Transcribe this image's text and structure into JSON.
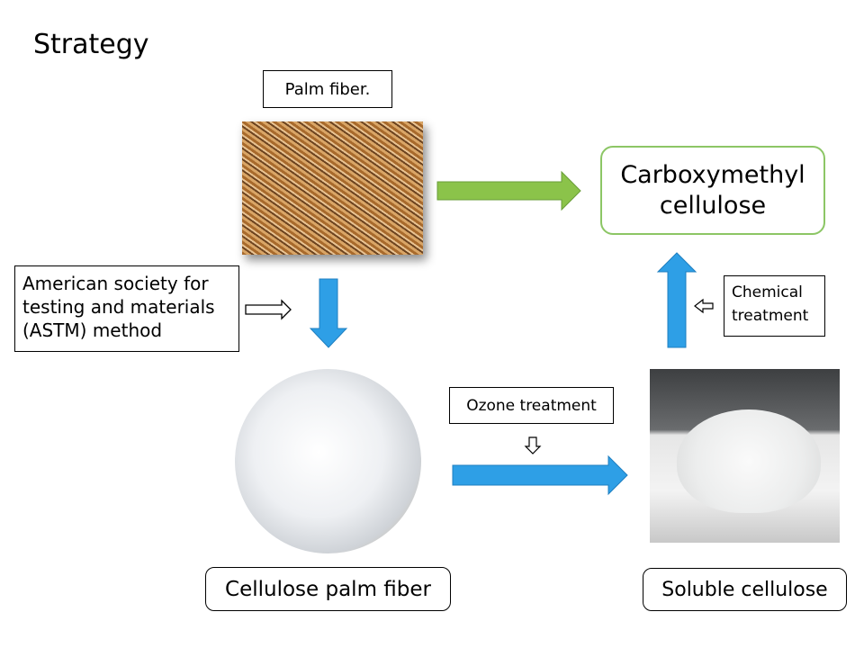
{
  "title": "Strategy",
  "nodes": {
    "palm_fiber": "Palm fiber.",
    "cmc_line1": "Carboxymethyl",
    "cmc_line2": "cellulose",
    "astm_line1": "American society for",
    "astm_line2": "testing and materials",
    "astm_line3": "(ASTM) method",
    "chemical_line1": "Chemical",
    "chemical_line2": "treatment",
    "ozone": "Ozone treatment",
    "cellulose_palm_fiber": "Cellulose palm fiber",
    "soluble_cellulose": "Soluble cellulose"
  },
  "colors": {
    "green_arrow": "#8bc34a",
    "blue_arrow": "#2e9fe6"
  }
}
